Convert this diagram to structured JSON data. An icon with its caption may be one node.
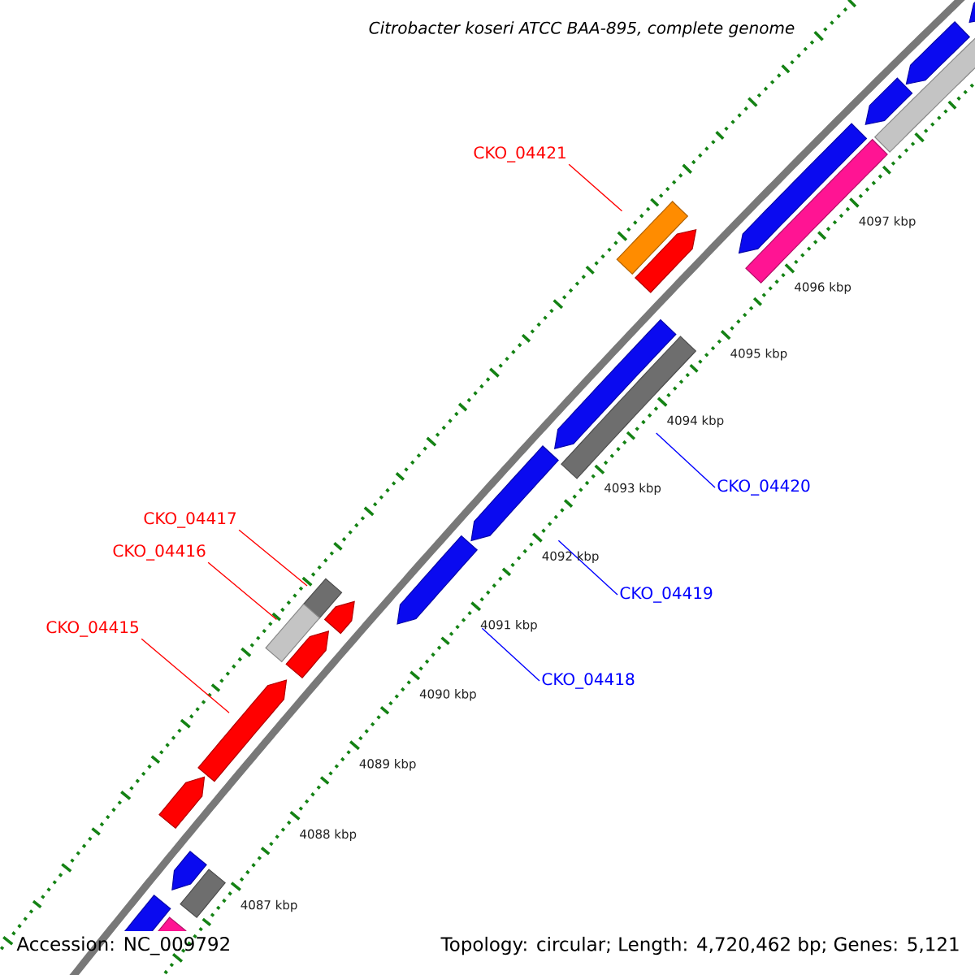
{
  "diagram": {
    "title": "Citrobacter koseri ATCC BAA-895, complete genome",
    "nodes": [
      {
        "text": [
          "CKO_04421"
        ]
      },
      {
        "text": [],
        "shape": "bar"
      },
      {
        "text": [
          "CKO_04420"
        ]
      },
      {
        "text": [],
        "shape": "bar"
      },
      {
        "text": [
          "CKO_04417"
        ]
      },
      {
        "text": [],
        "shape": "bar"
      },
      {
        "text": [
          "CKO_04416"
        ]
      },
      {
        "text": [],
        "shape": "bar"
      },
      {
        "text": [
          "CKO_04419"
        ]
      },
      {
        "text": [],
        "shape": "arrow"
      },
      {
        "text": [
          "CKO_04415"
        ]
      },
      {
        "text": [],
        "shape": "arrow"
      },
      {
        "text": [
          "CKO_04418"
        ]
      },
      {
        "text": [],
        "shape": "arrow"
      },
      {
        "text": [],
        "shape": "arrow"
      },
      {
        "text": [],
        "shape": "arrow"
      },
      {
        "text": [],
        "shape": "arrow"
      },
      {
        "text": [],
        "shape": "arrow"
      },
      {
        "text": [],
        "shape": "arrow"
      },
      {
        "text": [],
        "shape": "arrow"
      },
      {
        "text": [],
        "shape": "arrow"
      },
      {
        "text": [],
        "shape": "arrow"
      },
      {
        "text": [],
        "shape": "arrow"
      },
      {
        "text": [],
        "shape": "bar"
      },
      {
        "text": [],
        "shape": "bar"
      },
      {
        "text": [],
        "shape": "arrow"
      },
      {
        "text": [],
        "shape": "bar"
      },
      {
        "text": [],
        "shape": "arrow"
      },
      {
        "text": [],
        "shape": "bar"
      }
    ],
    "edges": [
      {
        "from": 0,
        "to": 1,
        "arrow": "none"
      },
      {
        "from": 2,
        "to": 3,
        "arrow": "none",
        "color": "#0000ff"
      },
      {
        "from": 4,
        "to": 5,
        "arrow": "none"
      },
      {
        "from": 6,
        "to": 7,
        "arrow": "none"
      },
      {
        "from": 8,
        "to": 9,
        "arrow": "none",
        "color": "#0000ff"
      },
      {
        "from": 10,
        "to": 11,
        "arrow": "none"
      },
      {
        "from": 12,
        "to": 13,
        "arrow": "none",
        "color": "#0000ff"
      }
    ],
    "labels": [
      "4097 kbp",
      "4096 kbp",
      "4095 kbp",
      "4094 kbp",
      "4093 kbp",
      "4092 kbp",
      "4091 kbp",
      "4090 kbp",
      "4089 kbp",
      "4088 kbp",
      "4087 kbp",
      "Accession: NC_009792",
      "Topology: circular; Length: 4,720,462 bp; Genes: 5,121"
    ]
  }
}
